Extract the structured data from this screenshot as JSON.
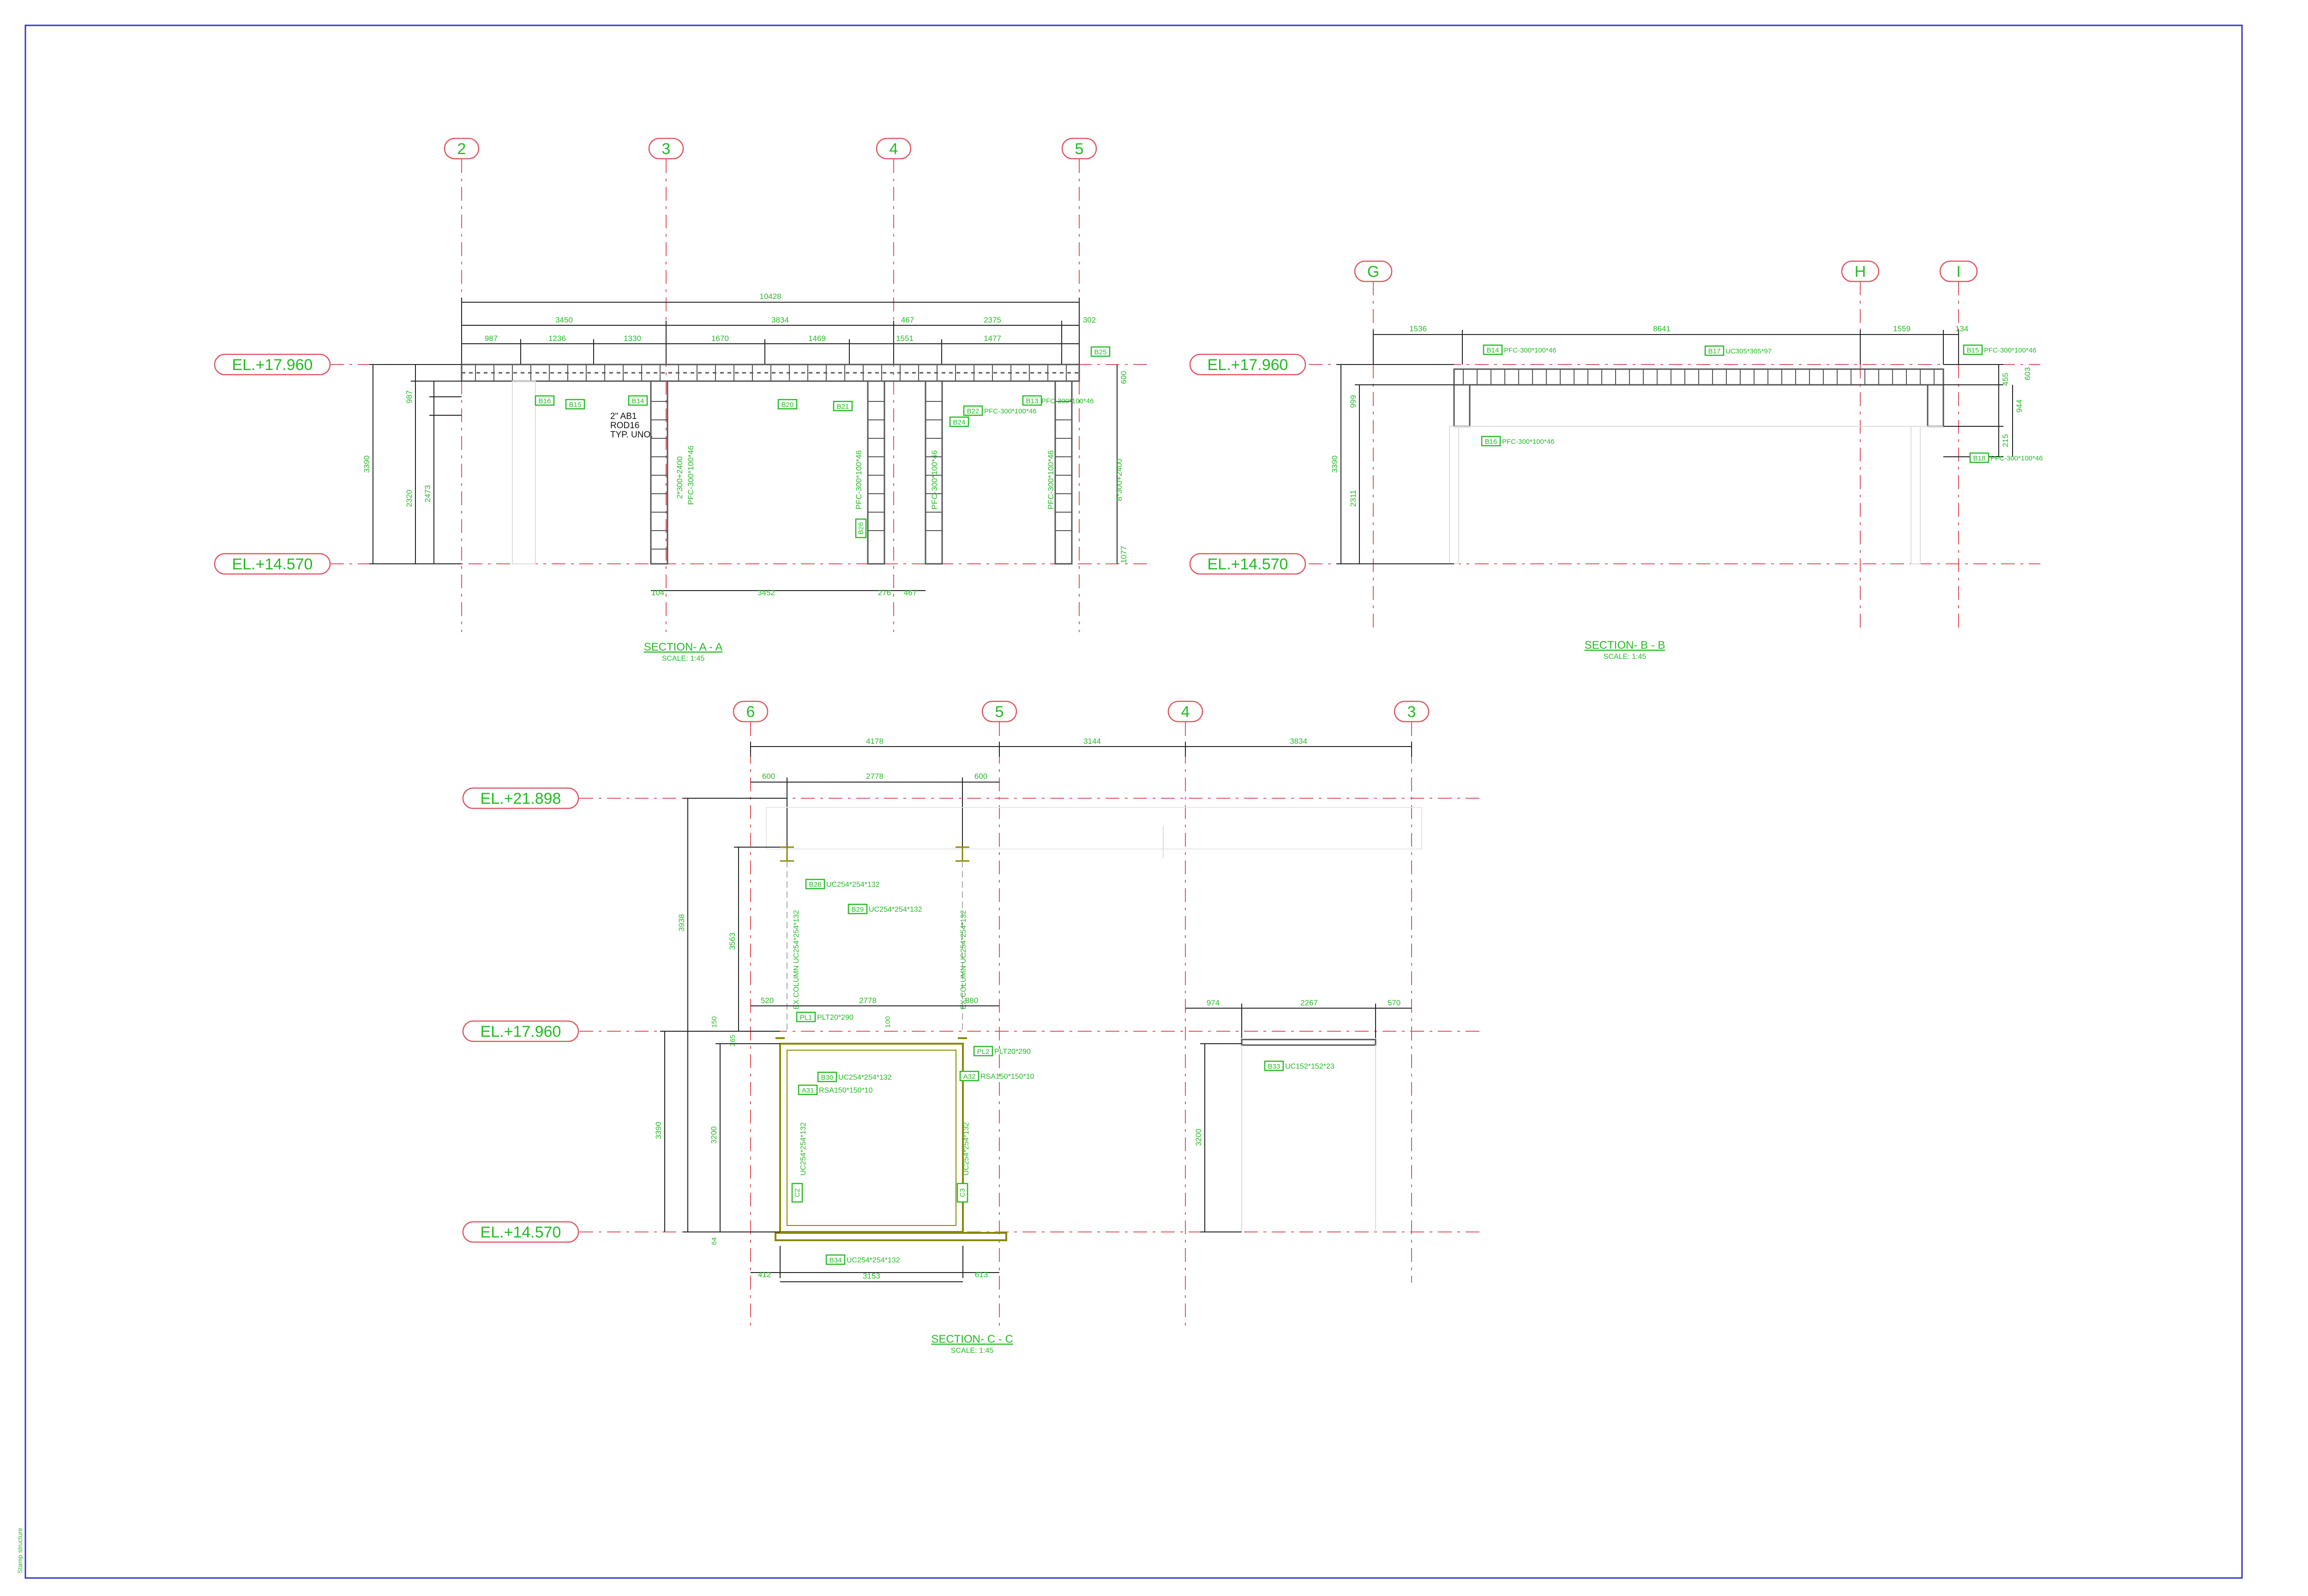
{
  "sheet": {
    "border_color": "#3333cc",
    "accent_green": "#22bb22",
    "grid_red": "#e05560",
    "corner_note": "Stamp structure"
  },
  "section_a": {
    "title": "SECTION- A - A",
    "scale": "SCALE: 1:45",
    "grids": [
      "2",
      "3",
      "4",
      "5"
    ],
    "levels": [
      "EL.+17.960",
      "EL.+14.570"
    ],
    "overall_dim": "10428",
    "dims_row2": [
      "3450",
      "3834",
      "467",
      "2375",
      "302"
    ],
    "dims_row3": [
      "987",
      "1236",
      "1330",
      "1670",
      "1469",
      "1551",
      "1477"
    ],
    "bottom_dims": [
      "104",
      "3452",
      "276",
      "467"
    ],
    "vertical_dims": [
      "3390",
      "2320",
      "2473",
      "987",
      "600",
      "1077"
    ],
    "note_lines": [
      "2\" AB1",
      "ROD16",
      "TYP. UNO."
    ],
    "members": [
      {
        "tag": "B16",
        "label": ""
      },
      {
        "tag": "B15",
        "label": ""
      },
      {
        "tag": "B14",
        "label": ""
      },
      {
        "tag": "B20",
        "label": ""
      },
      {
        "tag": "B21",
        "label": ""
      },
      {
        "tag": "B22",
        "label": "PFC-300*100*46"
      },
      {
        "tag": "B13",
        "label": "PFC-300*100*46"
      },
      {
        "tag": "B24",
        "label": ""
      },
      {
        "tag": "B25",
        "label": ""
      },
      {
        "tag": "B26",
        "label": ""
      }
    ],
    "vertical_labels": [
      "PFC-300*100*46",
      "2*300+2400",
      "PFC-300*100*46",
      "PFC-300*100*46",
      "PFC-300*100*46",
      "8*300+2400"
    ]
  },
  "section_b": {
    "title": "SECTION- B - B",
    "scale": "SCALE: 1:45",
    "grids": [
      "G",
      "H",
      "I"
    ],
    "levels": [
      "EL.+17.960",
      "EL.+14.570"
    ],
    "dims": [
      "1536",
      "8641",
      "1559",
      "134"
    ],
    "vertical_dims": [
      "3390",
      "2311",
      "999",
      "603",
      "455",
      "944",
      "215"
    ],
    "members": [
      {
        "tag": "B14",
        "label": "PFC-300*100*46"
      },
      {
        "tag": "B17",
        "label": "UC305*305*97"
      },
      {
        "tag": "B15",
        "label": "PFC-300*100*46"
      },
      {
        "tag": "B16",
        "label": "PFC-300*100*46"
      },
      {
        "tag": "B18",
        "label": "PFC-300*100*46"
      }
    ]
  },
  "section_c": {
    "title": "SECTION- C - C",
    "scale": "SCALE: 1:45",
    "grids": [
      "6",
      "5",
      "4",
      "3"
    ],
    "levels": [
      "EL.+21.898",
      "EL.+17.960",
      "EL.+14.570"
    ],
    "top_dims": [
      "4178",
      "3144",
      "3834"
    ],
    "upper_dims": [
      "600",
      "2778",
      "600"
    ],
    "mid_dims": [
      "520",
      "2778",
      "880"
    ],
    "right_dims": [
      "974",
      "2267",
      "570"
    ],
    "bottom_dims_1": [
      "412",
      "613"
    ],
    "bottom_dims_2": [
      "3153"
    ],
    "vertical_dims": [
      "3938",
      "3563",
      "3390",
      "3200",
      "150",
      "265",
      "100",
      "3200",
      "64"
    ],
    "column_labels": [
      "EX.COLUMN UC254*254*132",
      "EX.COLUMN UC254*254*132",
      "UC254*254*132",
      "UC254*254*132"
    ],
    "members": [
      {
        "tag": "B28",
        "label": "UC254*254*132"
      },
      {
        "tag": "B29",
        "label": "UC254*254*132"
      },
      {
        "tag": "PL1",
        "label": "PLT20*290"
      },
      {
        "tag": "PL2",
        "label": "PLT20*290"
      },
      {
        "tag": "B30",
        "label": "UC254*254*132"
      },
      {
        "tag": "A31",
        "label": "RSA150*150*10"
      },
      {
        "tag": "A32",
        "label": "RSA150*150*10"
      },
      {
        "tag": "B33",
        "label": "UC152*152*23"
      },
      {
        "tag": "B34",
        "label": "UC254*254*132"
      }
    ],
    "col_tags": [
      "C2",
      "C3"
    ]
  }
}
